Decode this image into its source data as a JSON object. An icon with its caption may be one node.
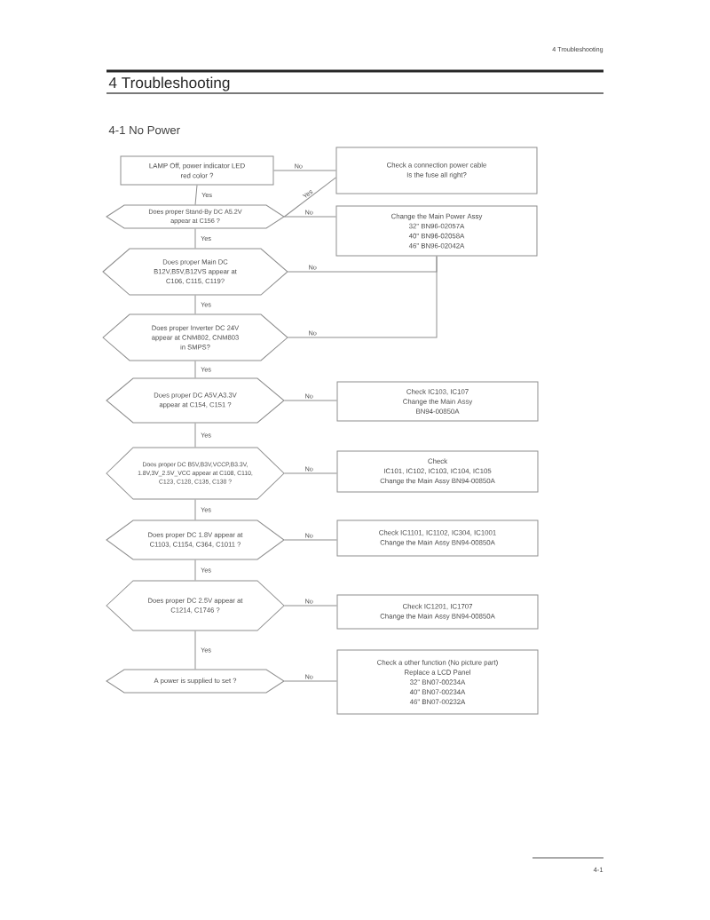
{
  "diagram": {
    "title": "4 Troubleshooting",
    "nodes": [
      {
        "text": [
          "LAMP Off, power indicator LED red color ?"
        ]
      },
      {
        "text": [
          "Check a connection power cable",
          "Is the fuse all right?"
        ]
      },
      {
        "text": [
          "Does proper Stand-By DC A5.2V appear at C156 ?"
        ]
      },
      {
        "text": [
          "Change the Main Power Assy",
          "32\" BN96-02057A",
          "40\" BN96-02058A",
          "46\" BN96-02042A"
        ]
      },
      {
        "text": [
          "Does proper Main DC B12V,B5V,B12VS appear at C106, C115, C119?"
        ]
      },
      {
        "text": [
          "Does proper Inverter DC 24V appear at CNM802, CNM803 in SMPS?"
        ]
      },
      {
        "text": [
          "Does proper DC A5V,A3.3V appear at C154, C151 ?"
        ]
      },
      {
        "text": [
          "Check IC103, IC107",
          "Change the Main Assy",
          "BN94-00850A"
        ]
      },
      {
        "text": [
          "Does proper DC B5V,B3V,VCCP,B3.3V, 1.8V,3V_2.5V_VCC appear at C108, C110, C123, C128, C135, C138 ?"
        ]
      },
      {
        "text": [
          "Check",
          "IC101, IC102, IC103, IC104, IC105",
          "Change the Main Assy BN94-00850A"
        ]
      },
      {
        "text": [
          "Does proper DC 1.8V appear at C1103, C1154, C364, C1011 ?"
        ]
      },
      {
        "text": [
          "Check IC1101, IC1102, IC304, IC1001",
          "Change the Main Assy BN94-00850A"
        ]
      },
      {
        "text": [
          "Does proper DC 2.5V appear at C1214, C1746 ?"
        ]
      },
      {
        "text": [
          "Check IC1201, IC1707",
          "Change the Main Assy BN94-00850A"
        ]
      },
      {
        "text": [
          "A power is supplied to set ?"
        ]
      },
      {
        "text": [
          "Check a other function (No picture part)",
          "Replace a LCD Panel",
          "32\" BN07-00234A",
          "40\" BN07-00234A",
          "46\" BN07-00232A"
        ]
      }
    ],
    "edges": [
      {
        "from": 0,
        "to": 1,
        "arrow": "none",
        "label": "No"
      },
      {
        "from": 0,
        "to": 2,
        "arrow": "none",
        "label": "Yes"
      },
      {
        "from": 2,
        "to": 1,
        "arrow": "none",
        "label": "Yes"
      },
      {
        "from": 2,
        "to": 3,
        "arrow": "none",
        "label": "No"
      },
      {
        "from": 2,
        "to": 4,
        "arrow": "none",
        "label": "Yes"
      },
      {
        "from": 4,
        "to": 3,
        "arrow": "none",
        "label": "No"
      },
      {
        "from": 4,
        "to": 5,
        "arrow": "none",
        "label": "Yes"
      },
      {
        "from": 5,
        "to": 3,
        "arrow": "none",
        "label": "No"
      },
      {
        "from": 5,
        "to": 6,
        "arrow": "none",
        "label": "Yes"
      },
      {
        "from": 6,
        "to": 7,
        "arrow": "none",
        "label": "No"
      },
      {
        "from": 6,
        "to": 8,
        "arrow": "none",
        "label": "Yes"
      },
      {
        "from": 8,
        "to": 9,
        "arrow": "none",
        "label": "No"
      },
      {
        "from": 8,
        "to": 10,
        "arrow": "none",
        "label": "Yes"
      },
      {
        "from": 10,
        "to": 11,
        "arrow": "none",
        "label": "No"
      },
      {
        "from": 10,
        "to": 12,
        "arrow": "none",
        "label": "Yes"
      },
      {
        "from": 12,
        "to": 13,
        "arrow": "none",
        "label": "No"
      },
      {
        "from": 12,
        "to": 14,
        "arrow": "none",
        "label": "Yes"
      },
      {
        "from": 14,
        "to": 15,
        "arrow": "none",
        "label": "No"
      }
    ],
    "labels": [
      "4 Troubleshooting",
      "4-1 No Power",
      "4-1"
    ]
  }
}
